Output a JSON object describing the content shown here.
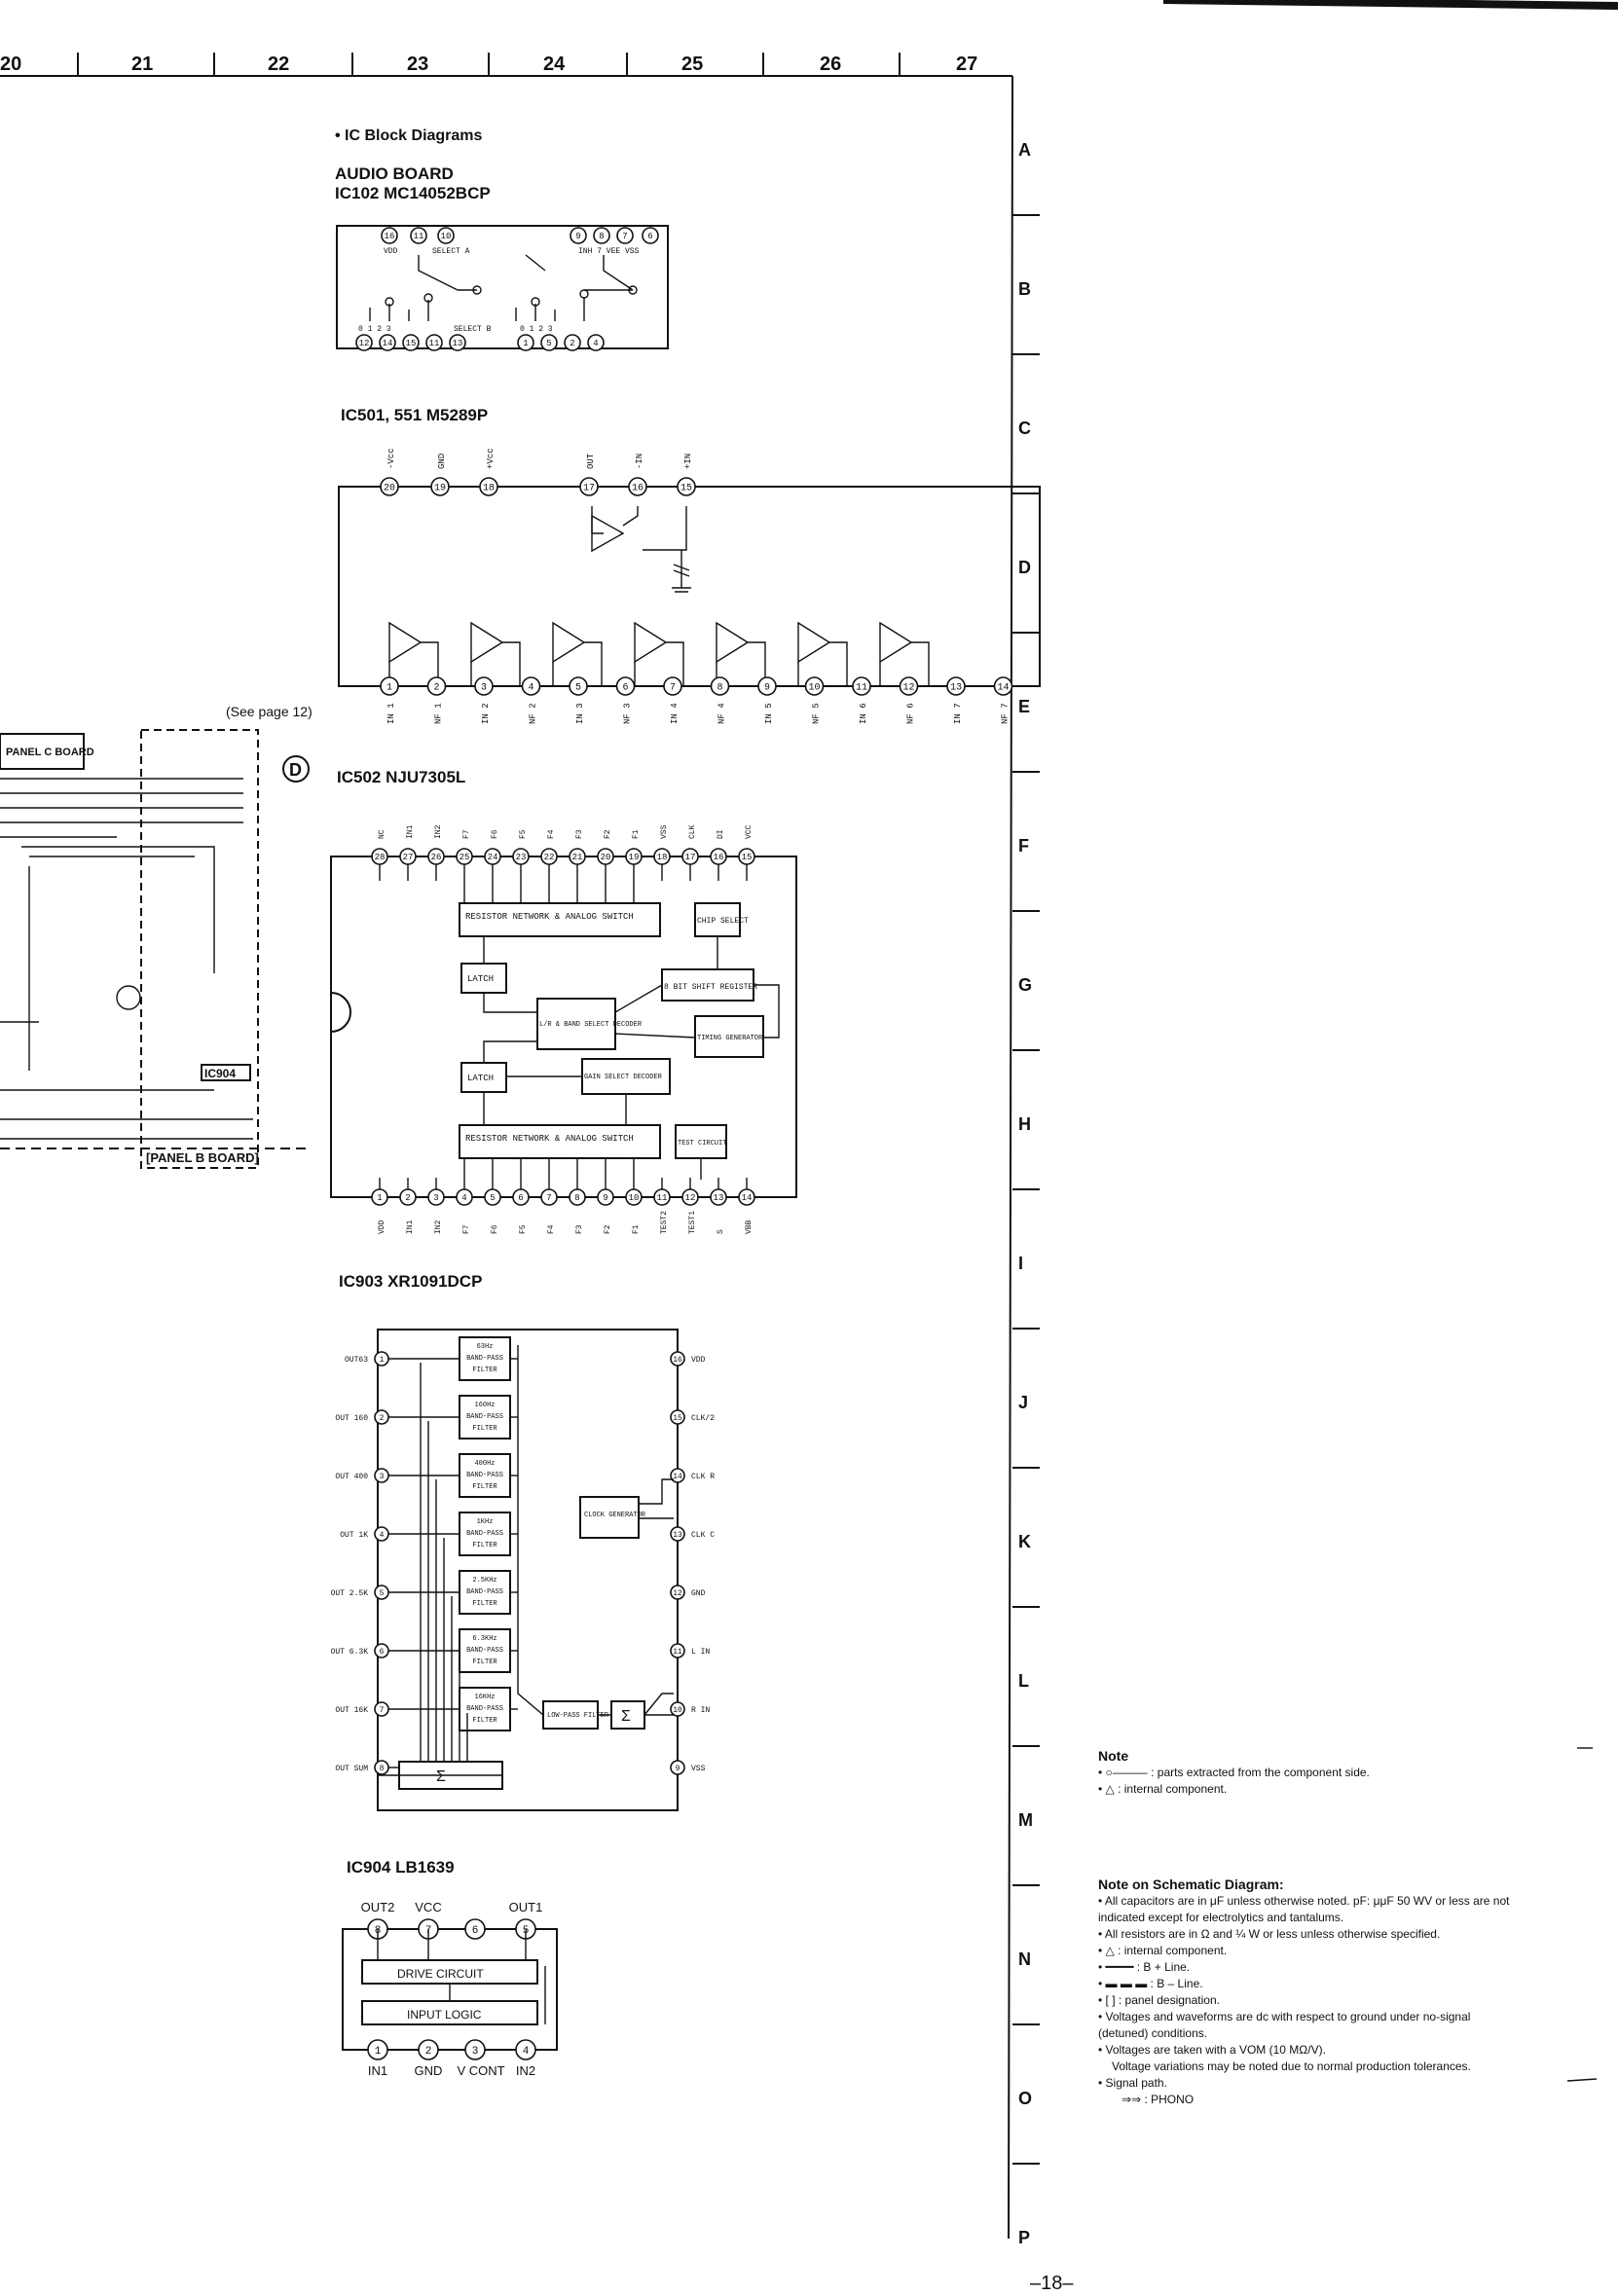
{
  "ruler": {
    "columns": [
      "20",
      "21",
      "22",
      "23",
      "24",
      "25",
      "26",
      "27"
    ]
  },
  "rows": [
    "A",
    "B",
    "C",
    "D",
    "E",
    "F",
    "G",
    "H",
    "I",
    "J",
    "K",
    "L",
    "M",
    "N",
    "O",
    "P"
  ],
  "header": {
    "section": "• IC Block Diagrams",
    "board": "AUDIO BOARD",
    "ic102": "IC102   MC14052BCP"
  },
  "ic102": {
    "top_pins": [
      "16",
      "11",
      "10",
      "9",
      "8",
      "7",
      "6"
    ],
    "bottom_pins": [
      "12",
      "14",
      "15",
      "11",
      "13",
      "1",
      "5",
      "2",
      "4"
    ],
    "labels": {
      "vdd": "VDD",
      "select_a": "SELECT A",
      "inh": "INH 7  VEE VSS",
      "select_b": "SELECT B",
      "nums": "0   1   2   3"
    }
  },
  "ic501": {
    "title": "IC501, 551   M5289P",
    "top_labels": [
      "-Vcc",
      "GND",
      "+Vcc",
      "OUT",
      "-IN",
      "+IN"
    ],
    "top_pins": [
      "20",
      "19",
      "18",
      "17",
      "16",
      "15"
    ],
    "bottom_pins": [
      "1",
      "2",
      "3",
      "4",
      "5",
      "6",
      "7",
      "8",
      "9",
      "10",
      "11",
      "12",
      "13",
      "14"
    ],
    "bottom_labels": [
      "IN 1",
      "NF 1",
      "IN 2",
      "NF 2",
      "IN 3",
      "NF 3",
      "IN 4",
      "NF 4",
      "IN 5",
      "NF 5",
      "IN 6",
      "NF 6",
      "IN 7",
      "NF 7"
    ]
  },
  "partial_board": {
    "see_page": "(See page 12)",
    "panel_c": "PANEL C BOARD",
    "panel_b": "[PANEL B BOARD]",
    "connector": "D",
    "ic_label": "IC904"
  },
  "ic502": {
    "title": "IC502   NJU7305L",
    "top_labels": [
      "NC",
      "IN1",
      "IN2",
      "F7",
      "F6",
      "F5",
      "F4",
      "F3",
      "F2",
      "F1",
      "VSS",
      "CLK",
      "DI",
      "VCC"
    ],
    "top_pins": [
      "28",
      "27",
      "26",
      "25",
      "24",
      "23",
      "22",
      "21",
      "20",
      "19",
      "18",
      "17",
      "16",
      "15"
    ],
    "bottom_pins": [
      "1",
      "2",
      "3",
      "4",
      "5",
      "6",
      "7",
      "8",
      "9",
      "10",
      "11",
      "12",
      "13",
      "14"
    ],
    "bottom_labels": [
      "VDD",
      "IN1",
      "IN2",
      "F7",
      "F6",
      "F5",
      "F4",
      "F3",
      "F2",
      "F1",
      "TEST2",
      "TEST1",
      "S",
      "VBB"
    ],
    "blocks": {
      "resistor_top": "RESISTOR NETWORK & ANALOG SWITCH",
      "chip_select": "CHIP SELECT",
      "latch1": "LATCH",
      "shift": "8 BIT SHIFT REGISTER",
      "lr_band": "L/R & BAND SELECT DECODER",
      "timing": "TIMING GENERATOR",
      "latch2": "LATCH",
      "gain": "GAIN SELECT DECODER",
      "resistor_bottom": "RESISTOR NETWORK & ANALOG SWITCH",
      "test": "TEST CIRCUIT"
    }
  },
  "ic903": {
    "title": "IC903   XR1091DCP",
    "left_labels": [
      "OUT63",
      "OUT 160",
      "OUT 400",
      "OUT 1K",
      "OUT 2.5K",
      "OUT 6.3K",
      "OUT 16K",
      "OUT SUM"
    ],
    "right_labels": [
      "VDD",
      "CLK/2",
      "CLK R",
      "CLK C",
      "GND",
      "L IN",
      "R IN",
      "VSS"
    ],
    "left_pins": [
      "1",
      "2",
      "3",
      "4",
      "5",
      "6",
      "7",
      "8"
    ],
    "right_pins": [
      "16",
      "15",
      "14",
      "13",
      "12",
      "11",
      "10",
      "9"
    ],
    "filters": [
      "63Hz BAND-PASS FILTER",
      "160Hz BAND-PASS FILTER",
      "400Hz BAND-PASS FILTER",
      "1KHz BAND-PASS FILTER",
      "2.5KHz BAND-PASS FILTER",
      "6.3KHz BAND-PASS FILTER",
      "16KHz BAND-PASS FILTER"
    ],
    "clock": "CLOCK GENERATOR",
    "lowpass": "LOW-PASS FILTER",
    "sigma": "Σ"
  },
  "ic904": {
    "title": "IC904   LB1639",
    "top_labels": [
      "OUT2",
      "VCC",
      "OUT1"
    ],
    "top_pins": [
      "8",
      "7",
      "6",
      "5"
    ],
    "bottom_pins": [
      "1",
      "2",
      "3",
      "4"
    ],
    "bottom_labels": [
      "IN1",
      "GND",
      "V CONT",
      "IN2"
    ],
    "drive": "DRIVE CIRCUIT",
    "input": "INPUT LOGIC"
  },
  "note": {
    "title": "Note",
    "items": [
      "• ○——— : parts extracted from the component side.",
      "•     △    : internal component."
    ]
  },
  "schematic_note": {
    "title": "Note on Schematic Diagram:",
    "items": [
      "• All capacitors are in μF unless otherwise noted. pF: μμF 50 WV or less are not indicated except for electrolytics and tantalums.",
      "• All resistors are in Ω and ¼ W or less unless otherwise specified.",
      "•     △    : internal component.",
      "• ━━━━ : B + Line.",
      "• ▬ ▬ ▬ : B – Line.",
      "• [       ] : panel designation.",
      "• Voltages and waveforms are dc with respect to ground under no-signal (detuned) conditions.",
      "• Voltages are taken with a VOM (10 MΩ/V).",
      "Voltage variations may be noted due to normal production tolerances.",
      "• Signal path.",
      "⇒⇒ : PHONO"
    ]
  },
  "page_number": "–18–"
}
